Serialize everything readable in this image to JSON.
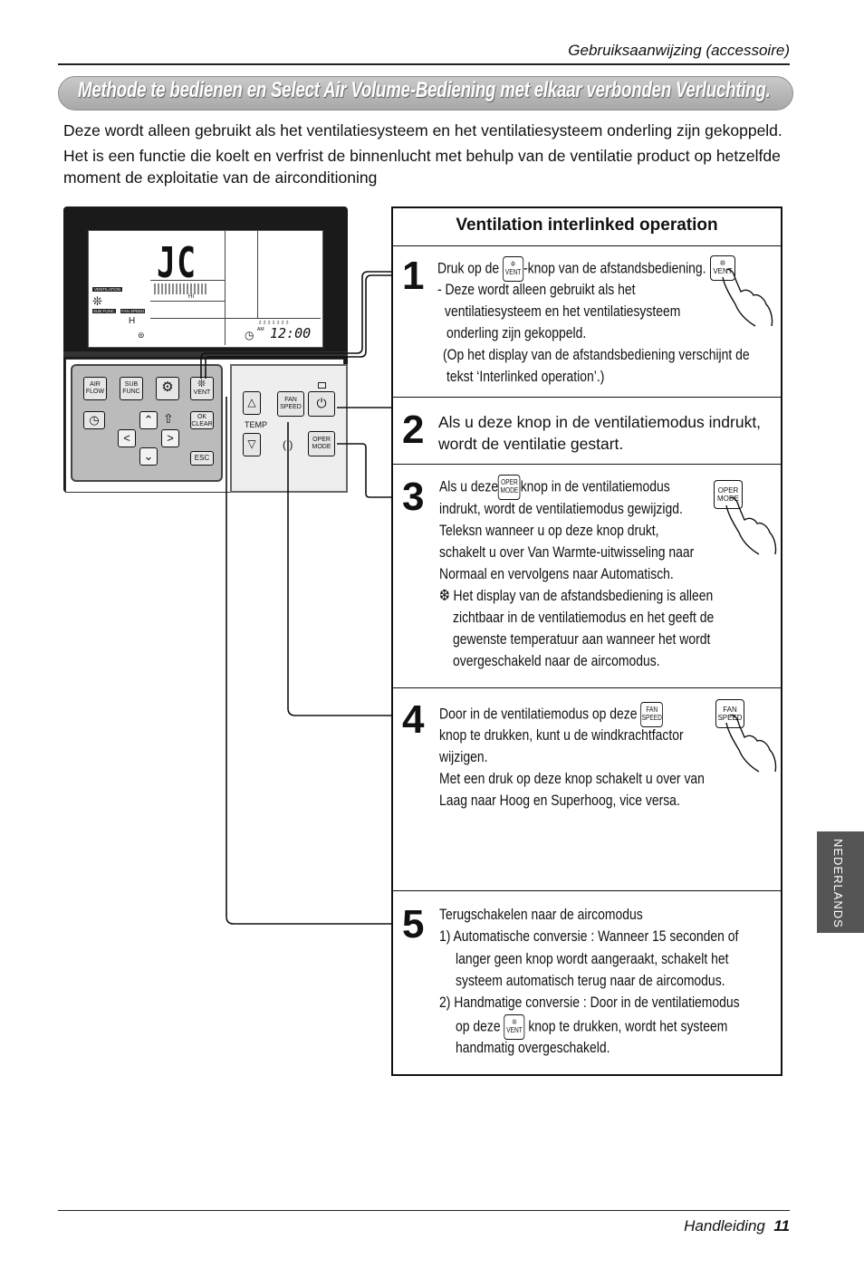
{
  "header": {
    "section": "Gebruiksaanwijzing (accessoire)"
  },
  "title": "Methode te bedienen en Select Air Volume-Bediening met elkaar verbonden Verluchting.",
  "intro": [
    "Deze wordt alleen gebruikt als het ventilatiesysteem en het ventilatiesysteem onderling zijn gekoppeld.",
    "Het is een functie die koelt en verfrist de binnenlucht met behulp van de ventilatie product op hetzelfde moment de exploitatie van de airconditioning"
  ],
  "remote": {
    "lcd": {
      "ventilation": "VENTILATION",
      "sub_func": "SUB FUNC.",
      "fan_speed": "FAN SPEED",
      "h": "H",
      "hi": "HI",
      "am": "AM",
      "time": "12:00"
    },
    "keys": {
      "air_flow": "AIR FLOW",
      "sub_func": "SUB FUNC",
      "vent": "VENT",
      "ok_clear": "OK CLEAR",
      "esc": "ESC",
      "fan_speed": "FAN SPEED",
      "temp": "TEMP",
      "oper_mode": "OPER MODE"
    }
  },
  "box": {
    "title": "Ventilation interlinked operation",
    "steps": [
      {
        "num": "1",
        "lines": [
          "Druk op de",
          "-knop van de afstandsbediening.",
          "- Deze wordt alleen gebruikt als het",
          "ventilatiesysteem en het ventilatiesysteem",
          "onderling zijn gekoppeld.",
          "(Op het display van de afstandsbediening verschijnt de",
          "tekst ‘Interlinked operation’.)"
        ]
      },
      {
        "num": "2",
        "lines": [
          "Als u deze knop in de ventilatiemodus indrukt,",
          "wordt de ventilatie gestart."
        ]
      },
      {
        "num": "3",
        "lines": [
          "Als u deze",
          "knop in de ventilatiemodus",
          "indrukt, wordt de ventilatiemodus gewijzigd.",
          "Teleksn wanneer u op deze knop drukt,",
          "schakelt u over Van Warmte-uitwisseling naar",
          "Normaal en vervolgens naar Automatisch.",
          "❆ Het display van de afstandsbediening is alleen",
          "zichtbaar in de ventilatiemodus en het geeft de",
          "gewenste temperatuur aan wanneer het wordt",
          "overgeschakeld naar de aircomodus."
        ]
      },
      {
        "num": "4",
        "lines": [
          "Door in de ventilatiemodus op deze",
          "knop te drukken, kunt u de windkrachtfactor",
          "wijzigen.",
          "Met een druk op deze knop schakelt u over van",
          "Laag naar Hoog en Superhoog, vice versa."
        ]
      },
      {
        "num": "5",
        "lines": [
          "Terugschakelen naar de aircomodus",
          "1) Automatische conversie : Wanneer 15 seconden of",
          "langer geen knop wordt aangeraakt, schakelt het",
          "systeem automatisch terug naar de aircomodus.",
          "2) Handmatige conversie : Door in de ventilatiemodus",
          "op deze",
          "knop te drukken, wordt het systeem",
          "handmatig overgeschakeld."
        ]
      }
    ]
  },
  "side_tab": "NEDERLANDS",
  "footer": {
    "label": "Handleiding",
    "page": "11"
  }
}
